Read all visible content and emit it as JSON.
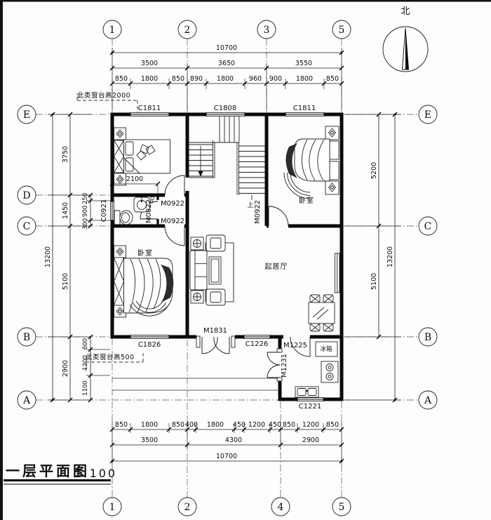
{
  "title": {
    "main": "一层平面图",
    "scale": "1:100"
  },
  "north": {
    "label": "北"
  },
  "grid": {
    "top": [
      "1",
      "2",
      "3",
      "5"
    ],
    "bottom": [
      "1",
      "2",
      "4",
      "5"
    ],
    "left": [
      "E",
      "D",
      "C",
      "B",
      "A"
    ],
    "right": [
      "E",
      "C",
      "B",
      "A"
    ]
  },
  "dims": {
    "top": {
      "overall": "10700",
      "bays": [
        "3500",
        "3650",
        "3550"
      ],
      "segments": [
        "850",
        "1800",
        "850",
        "890",
        "1800",
        "960",
        "900",
        "1800",
        "850"
      ]
    },
    "bottom": {
      "overall": "10700",
      "bays": [
        "3500",
        "4300",
        "2900"
      ],
      "segments": [
        "850",
        "1800",
        "850",
        "400",
        "1800",
        "450",
        "1200",
        "450",
        "850",
        "1200",
        "850"
      ]
    },
    "left": {
      "overall": "13200",
      "bays": [
        "3750",
        "1450",
        "5100",
        "2900"
      ],
      "sub_dc": [
        "250",
        "900",
        "300"
      ],
      "sub_ba": [
        "600",
        "1200",
        "1100"
      ]
    },
    "right": {
      "overall": "13200",
      "bays": [
        "5200",
        "5100"
      ]
    },
    "interior": {
      "bed1_width": "2100"
    }
  },
  "notes": {
    "sill2000": "此类窗台高2000",
    "sill500": "此类窗台高500"
  },
  "rooms": {
    "bedroom_right": "卧室",
    "bedroom_bl": "卧室",
    "living": "起居厅",
    "fridge": "冰箱"
  },
  "openings": {
    "windows": {
      "c1811a": "C1811",
      "c1808": "C1808",
      "c1811b": "C1811",
      "c0921": "C0921",
      "c1826": "C1826",
      "c1226": "C1226",
      "c1221": "C1221"
    },
    "doors": {
      "entry": "M1831",
      "bed1": "M0922",
      "bed2": "M0922",
      "bed3": "M0922",
      "bath": "M0822",
      "kitchen": "M1225",
      "kitchen_side": "M1231"
    }
  },
  "stairs": {
    "up": "上"
  }
}
